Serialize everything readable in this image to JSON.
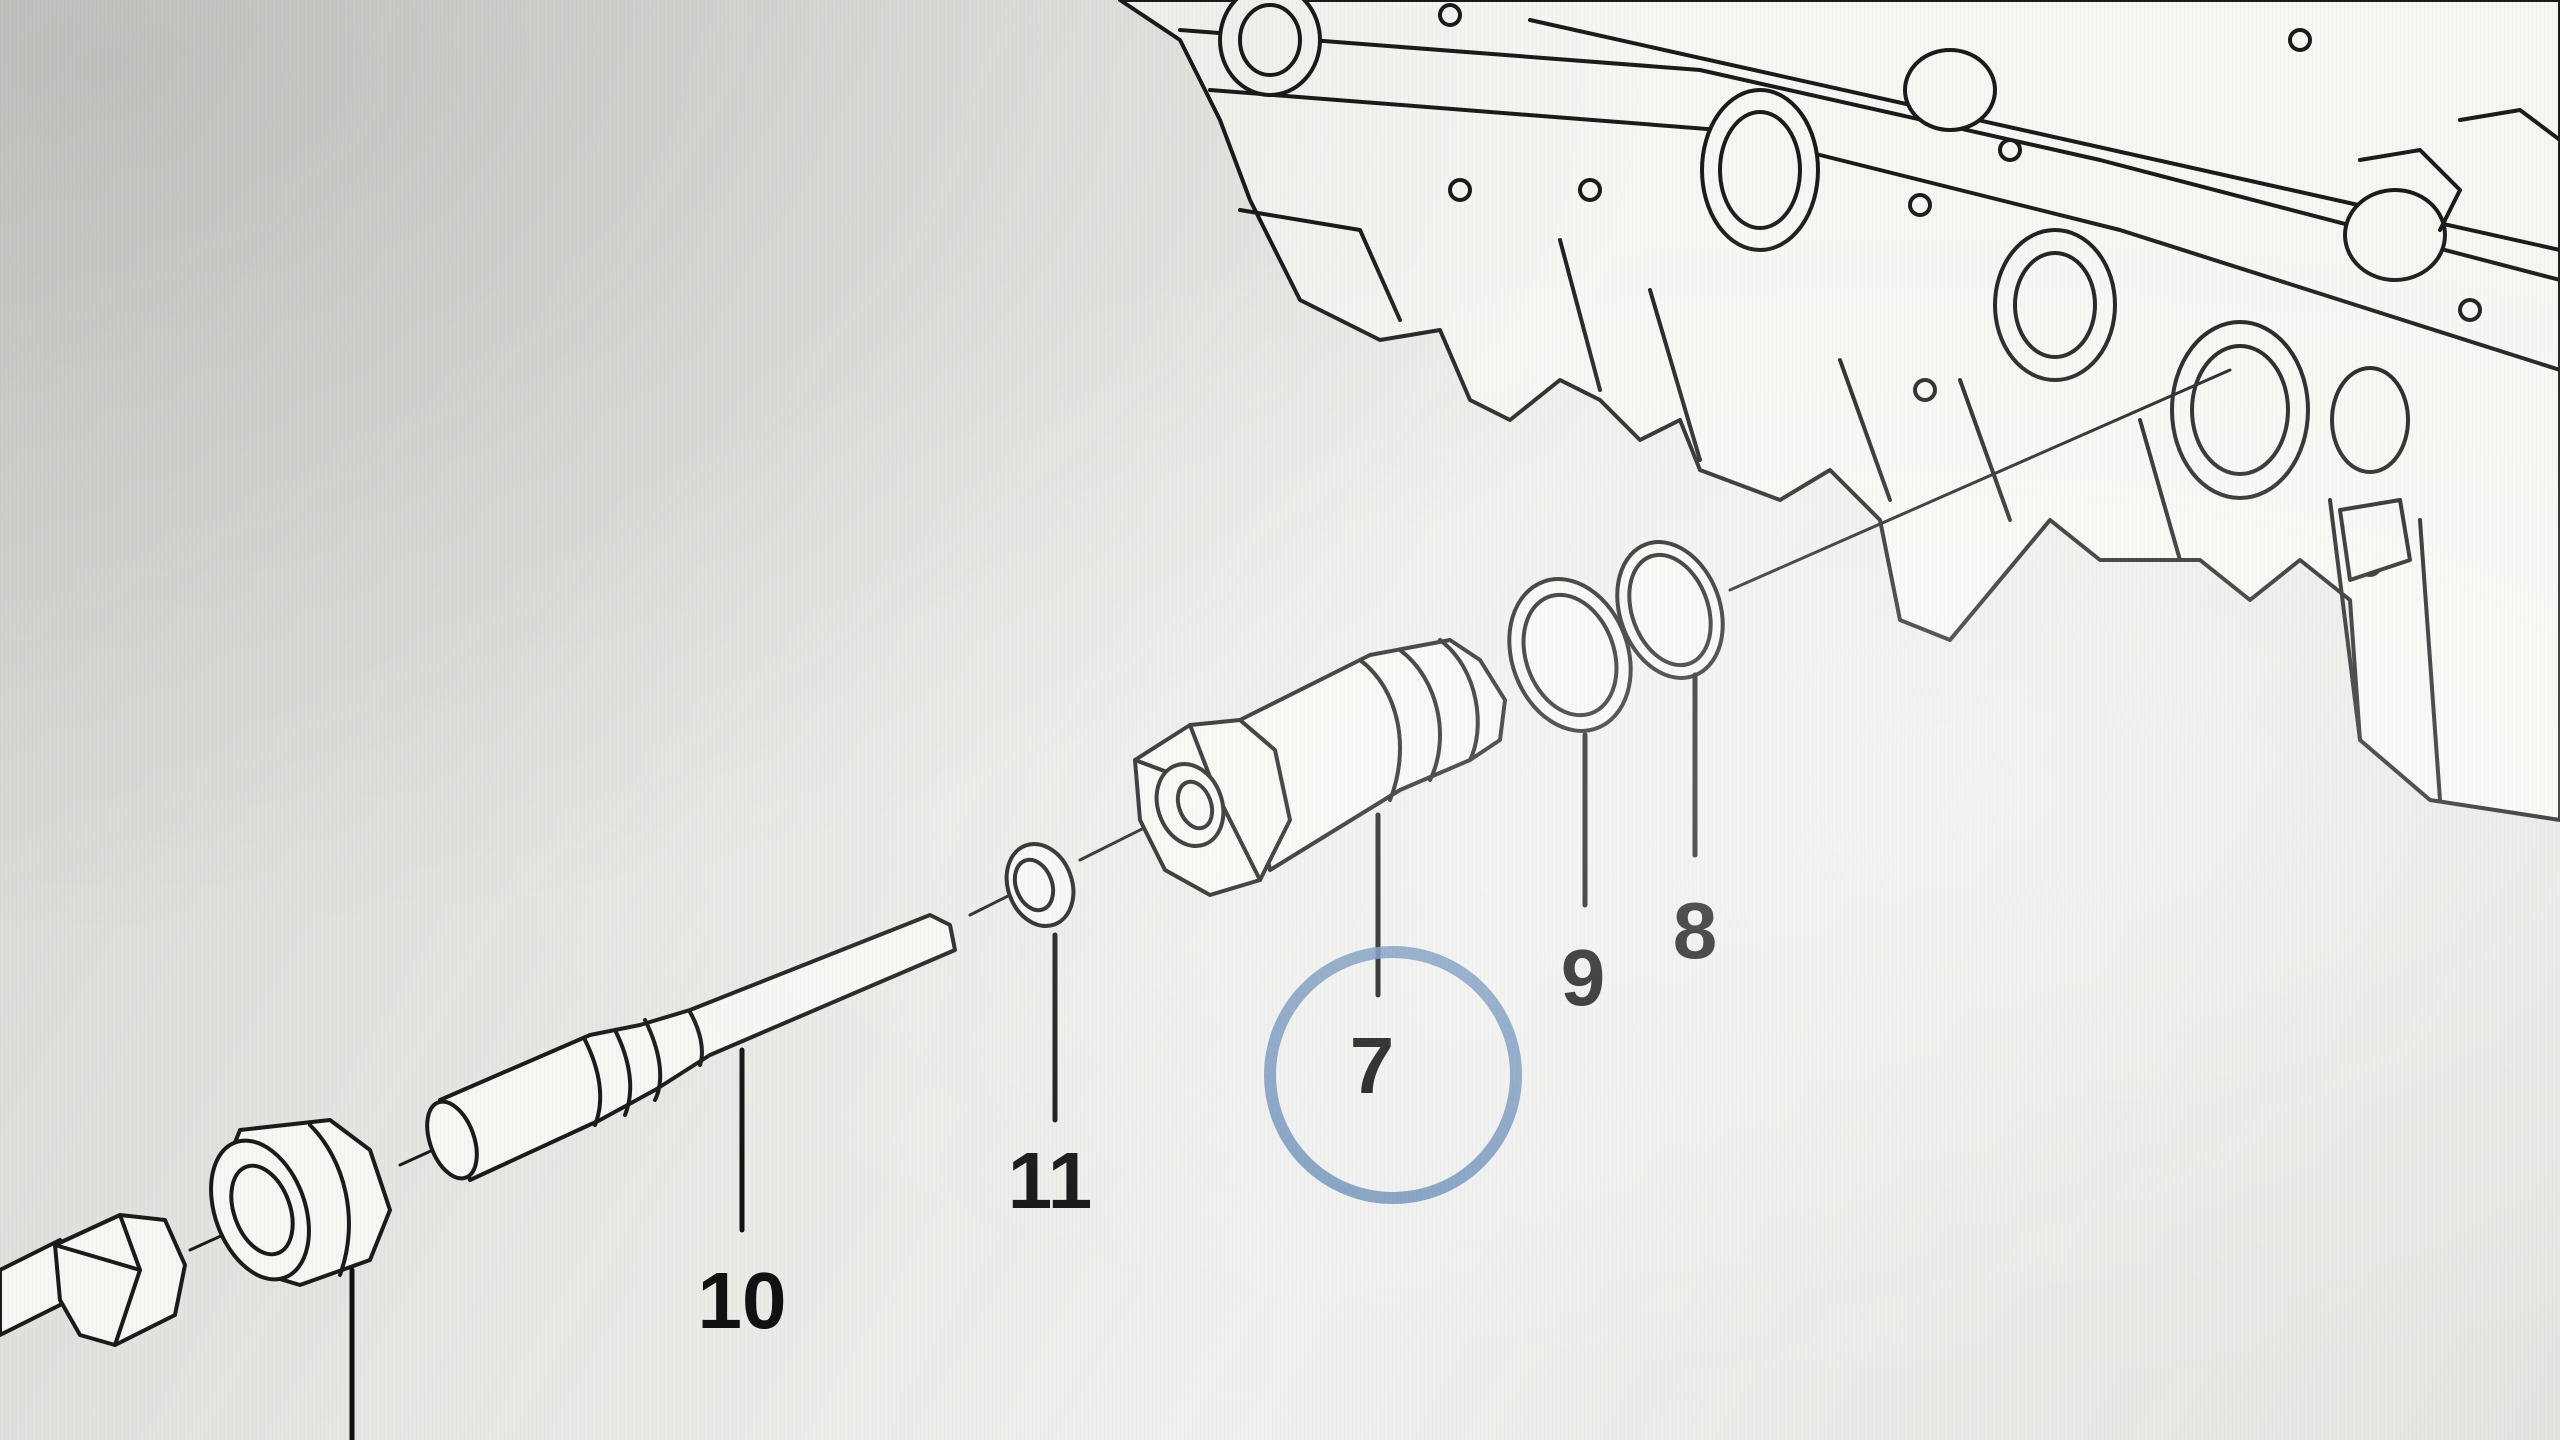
{
  "diagram": {
    "callouts": [
      {
        "id": "7",
        "label": "7",
        "highlighted": true
      },
      {
        "id": "8",
        "label": "8"
      },
      {
        "id": "9",
        "label": "9"
      },
      {
        "id": "10",
        "label": "10"
      },
      {
        "id": "11",
        "label": "11"
      }
    ]
  },
  "colors": {
    "highlight_circle": "#6b8fb8",
    "line_art": "#1b1b1b",
    "paper": "#e6e6e3"
  }
}
